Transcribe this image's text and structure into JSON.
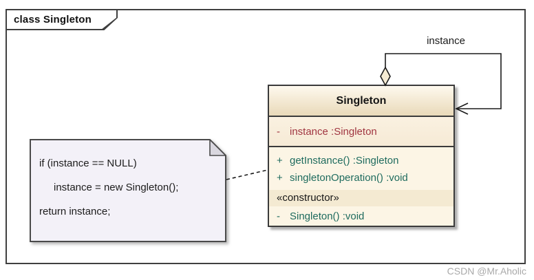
{
  "frame": {
    "label": "class Singleton"
  },
  "singleton_class": {
    "title": "Singleton",
    "attributes": [
      {
        "visibility": "-",
        "signature": "instance  :Singleton"
      }
    ],
    "operations": [
      {
        "visibility": "+",
        "signature": "getInstance()  :Singleton"
      },
      {
        "visibility": "+",
        "signature": "singletonOperation()  :void"
      }
    ],
    "stereotype_label": "«constructor»",
    "constructor_operations": [
      {
        "visibility": "-",
        "signature": "Singleton()  :void"
      }
    ]
  },
  "association": {
    "label": "instance",
    "type": "self-aggregation"
  },
  "note": {
    "lines": [
      "if (instance == NULL)",
      "instance = new Singleton();",
      "return instance;"
    ]
  },
  "watermark": "CSDN @Mr.Aholic",
  "colors": {
    "frame_border": "#3f3f3f",
    "class_border": "#3a3a3a",
    "class_header_top": "#fef9ee",
    "class_header_bottom": "#e9d9b9",
    "class_body": "#fcf5e5",
    "constructor_band": "#f4ead2",
    "attribute_text": "#a03540",
    "operation_text": "#1e6b5e",
    "note_background": "#f3f1f8",
    "diamond_fill": "#f5ebd3",
    "connector": "#1a1a1a"
  }
}
